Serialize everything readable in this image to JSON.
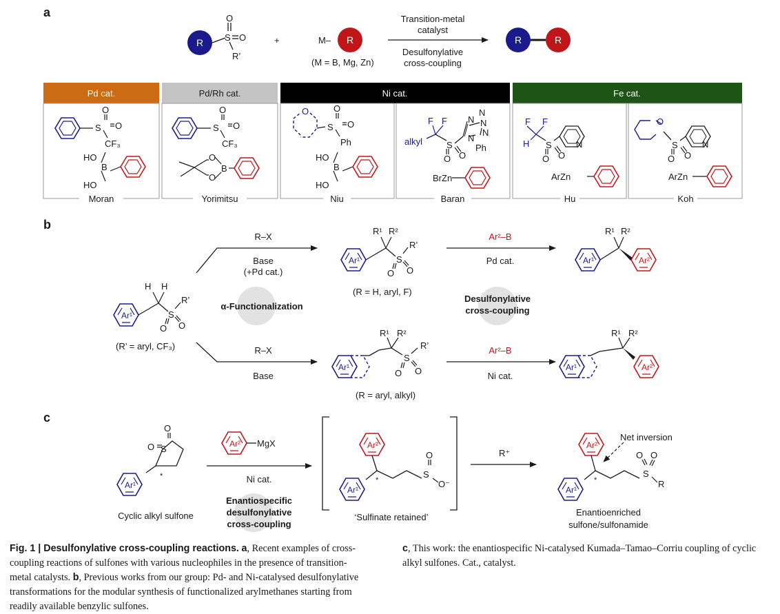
{
  "panels": {
    "a": "a",
    "b": "b",
    "c": "c"
  },
  "panel_a": {
    "r_label": "R",
    "r_prime": "R’",
    "plus": "+",
    "m_label": "M–",
    "m_note": "(M = B, Mg, Zn)",
    "conditions_top": [
      "Transition-metal",
      "catalyst"
    ],
    "conditions_bottom": [
      "Desulfonylative",
      "cross-coupling"
    ],
    "categories": [
      {
        "label": "Pd cat.",
        "color": "#cd6b14"
      },
      {
        "label": "Pd/Rh cat.",
        "color": "#c4c4c4"
      },
      {
        "label": "Ni cat.",
        "color": "#000000"
      },
      {
        "label": "Fe cat.",
        "color": "#1e5416"
      }
    ],
    "examples": [
      "Moran",
      "Yorimitsu",
      "Niu",
      "Baran",
      "Hu",
      "Koh"
    ],
    "atoms": {
      "S": "S",
      "O": "O",
      "B": "B",
      "N": "N",
      "F": "F",
      "H": "H",
      "cf3": "CF₃",
      "ph": "Ph",
      "ho": "HO",
      "alkyl": "alkyl",
      "brzn": "BrZn",
      "arzn": "ArZn"
    }
  },
  "panel_b": {
    "rx": "R–X",
    "base_pd": "Base",
    "base_pd_cat": "(+Pd cat.)",
    "base": "Base",
    "alpha": "α-Functionalization",
    "desulf": [
      "Desulfonylative",
      "cross-coupling"
    ],
    "ar2b": "Ar²–B",
    "pd_cat": "Pd cat.",
    "ni_cat": "Ni cat.",
    "r_note_top": "(R = H, aryl, F)",
    "r_note_bottom": "(R = aryl, alkyl)",
    "rprime_note": "(R’ = aryl, CF₃)",
    "labels": {
      "ar1": "Ar¹",
      "ar2": "Ar²",
      "r1": "R¹",
      "r2": "R²",
      "rp": "R’",
      "h": "H"
    }
  },
  "panel_c": {
    "reagent": "MgX",
    "ni_cat": "Ni cat.",
    "enantio": [
      "Enantiospecific",
      "desulfonylative",
      "cross-coupling"
    ],
    "cyclic": "Cyclic alkyl sulfone",
    "sulfinate": "‘Sulfinate retained’",
    "r_plus": "R⁺",
    "net_inversion": "Net inversion",
    "product": [
      "Enantioenriched",
      "sulfone/sulfonamide"
    ],
    "labels": {
      "ar1": "Ar¹",
      "ar2": "Ar²",
      "s": "S",
      "o": "O",
      "o_minus": "O⁻",
      "r": "R",
      "star": "*"
    }
  },
  "caption": {
    "fig": "Fig. 1 | Desulfonylative cross-coupling reactions.",
    "a_label": "a",
    "a_text": ", Recent examples of cross-coupling reactions of sulfones with various nucleophiles in the presence of transition-metal catalysts.",
    "b_label": "b",
    "b_text": ", Previous works from our group: Pd- and Ni-catalysed desulfonylative transformations for the modular synthesis of functionalized arylmethanes starting from readily available benzylic sulfones.",
    "c_label": "c",
    "c_text": ", This work: the enantiospecific Ni-catalysed Kumada–Tamao–Corriu coupling of cyclic alkyl sulfones. Cat., catalyst."
  },
  "colors": {
    "blue": "#1a1a8c",
    "red": "#c0161a",
    "black": "#1a1a1a",
    "gray_circle": "#e2e2e2"
  }
}
